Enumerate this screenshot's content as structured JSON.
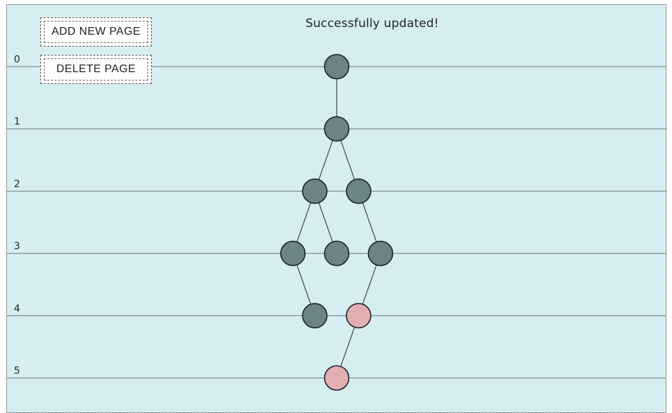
{
  "status": {
    "message": "Successfully updated!"
  },
  "controls": {
    "add_label": "ADD NEW PAGE",
    "delete_label": "DELETE PAGE"
  },
  "levels": [
    "0",
    "1",
    "2",
    "3",
    "4",
    "5"
  ],
  "colors": {
    "background": "#d6eef2",
    "normal_node": "#6c8387",
    "highlight_node": "#e3aeb2",
    "line": "#6c7a7d"
  },
  "tree": {
    "nodes": [
      {
        "id": "n0",
        "level": 0,
        "slot": 0,
        "state": "normal"
      },
      {
        "id": "n1",
        "level": 1,
        "slot": 0,
        "state": "normal"
      },
      {
        "id": "n2a",
        "level": 2,
        "slot": -0.5,
        "state": "normal"
      },
      {
        "id": "n2b",
        "level": 2,
        "slot": 0.5,
        "state": "normal"
      },
      {
        "id": "n3a",
        "level": 3,
        "slot": -1,
        "state": "normal"
      },
      {
        "id": "n3b",
        "level": 3,
        "slot": 0,
        "state": "normal"
      },
      {
        "id": "n3c",
        "level": 3,
        "slot": 1,
        "state": "normal"
      },
      {
        "id": "n4a",
        "level": 4,
        "slot": -0.5,
        "state": "normal"
      },
      {
        "id": "n4b",
        "level": 4,
        "slot": 0.5,
        "state": "highlighted"
      },
      {
        "id": "n5",
        "level": 5,
        "slot": 0,
        "state": "highlighted"
      }
    ],
    "edges": [
      [
        "n0",
        "n1"
      ],
      [
        "n1",
        "n2a"
      ],
      [
        "n1",
        "n2b"
      ],
      [
        "n2a",
        "n3a"
      ],
      [
        "n2a",
        "n3b"
      ],
      [
        "n2b",
        "n3c"
      ],
      [
        "n3a",
        "n4a"
      ],
      [
        "n3c",
        "n4b"
      ],
      [
        "n4b",
        "n5"
      ]
    ]
  }
}
